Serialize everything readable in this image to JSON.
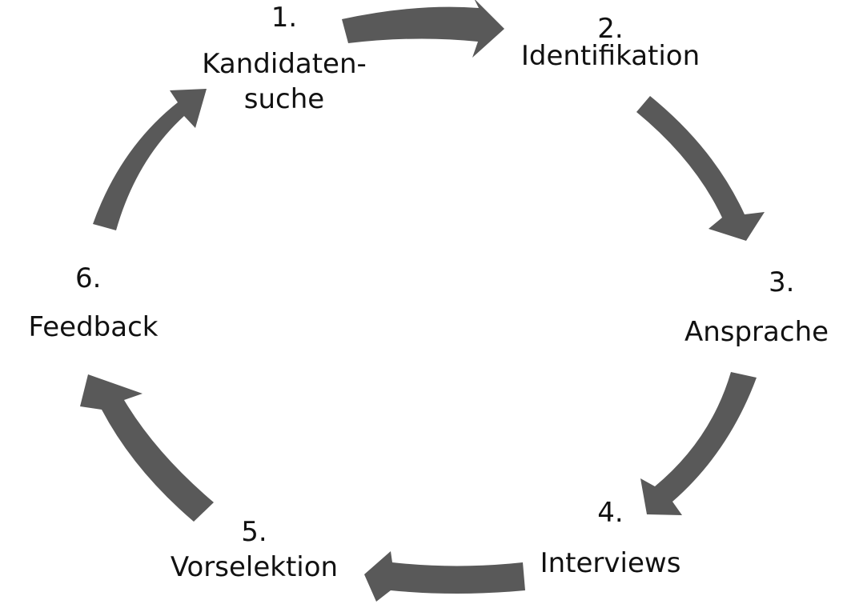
{
  "colors": {
    "arrow": "#595959",
    "text": "#111111",
    "background": "#ffffff"
  },
  "steps": [
    {
      "number": "1.",
      "lines": [
        "Kandidaten-",
        "suche"
      ]
    },
    {
      "number": "2.",
      "lines": [
        "Identifikation"
      ]
    },
    {
      "number": "3.",
      "lines": [
        "Ansprache"
      ]
    },
    {
      "number": "4.",
      "lines": [
        "Interviews"
      ]
    },
    {
      "number": "5.",
      "lines": [
        "Vorselektion"
      ]
    },
    {
      "number": "6.",
      "lines": [
        "Feedback"
      ]
    }
  ]
}
